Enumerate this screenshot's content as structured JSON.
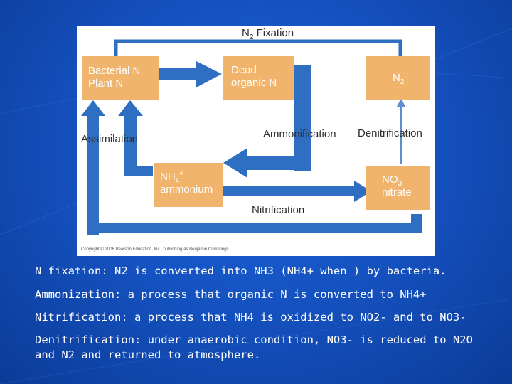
{
  "diagram": {
    "title": {
      "base": "N",
      "sub": "2",
      "rest": " Fixation"
    },
    "boxes": {
      "bacterial": {
        "line1": "Bacterial N",
        "line2": "Plant N"
      },
      "dead": {
        "line1": "Dead",
        "line2": "organic N"
      },
      "n2": {
        "base": "N",
        "sub": "2"
      },
      "nh4": {
        "base": "NH",
        "sub": "4",
        "sup": "+",
        "line2": "ammonium"
      },
      "no3": {
        "base": "NO",
        "sub": "3",
        "sup": "−",
        "line2": "nitrate"
      }
    },
    "labels": {
      "assimilation": "Assimilation",
      "ammonification": "Ammonification",
      "denitrification": "Denitrification",
      "nitrification": "Nitrification"
    },
    "copyright": "Copyright © 2006 Pearson Education, Inc., publishing as Benjamin Cummings",
    "colors": {
      "arrow": "#2f6fc1",
      "box": "#f0b46c",
      "thin_arrow": "#5b8fd0"
    }
  },
  "captions": [
    "N fixation: N2 is converted into NH3 (NH4+ when ) by bacteria.",
    "Ammonization: a process that organic N is converted to NH4+",
    "Nitrification: a process that NH4 is oxidized to NO2- and to NO3-",
    "Denitrification: under anaerobic condition, NO3- is reduced to N2O and N2 and returned to atmosphere."
  ]
}
